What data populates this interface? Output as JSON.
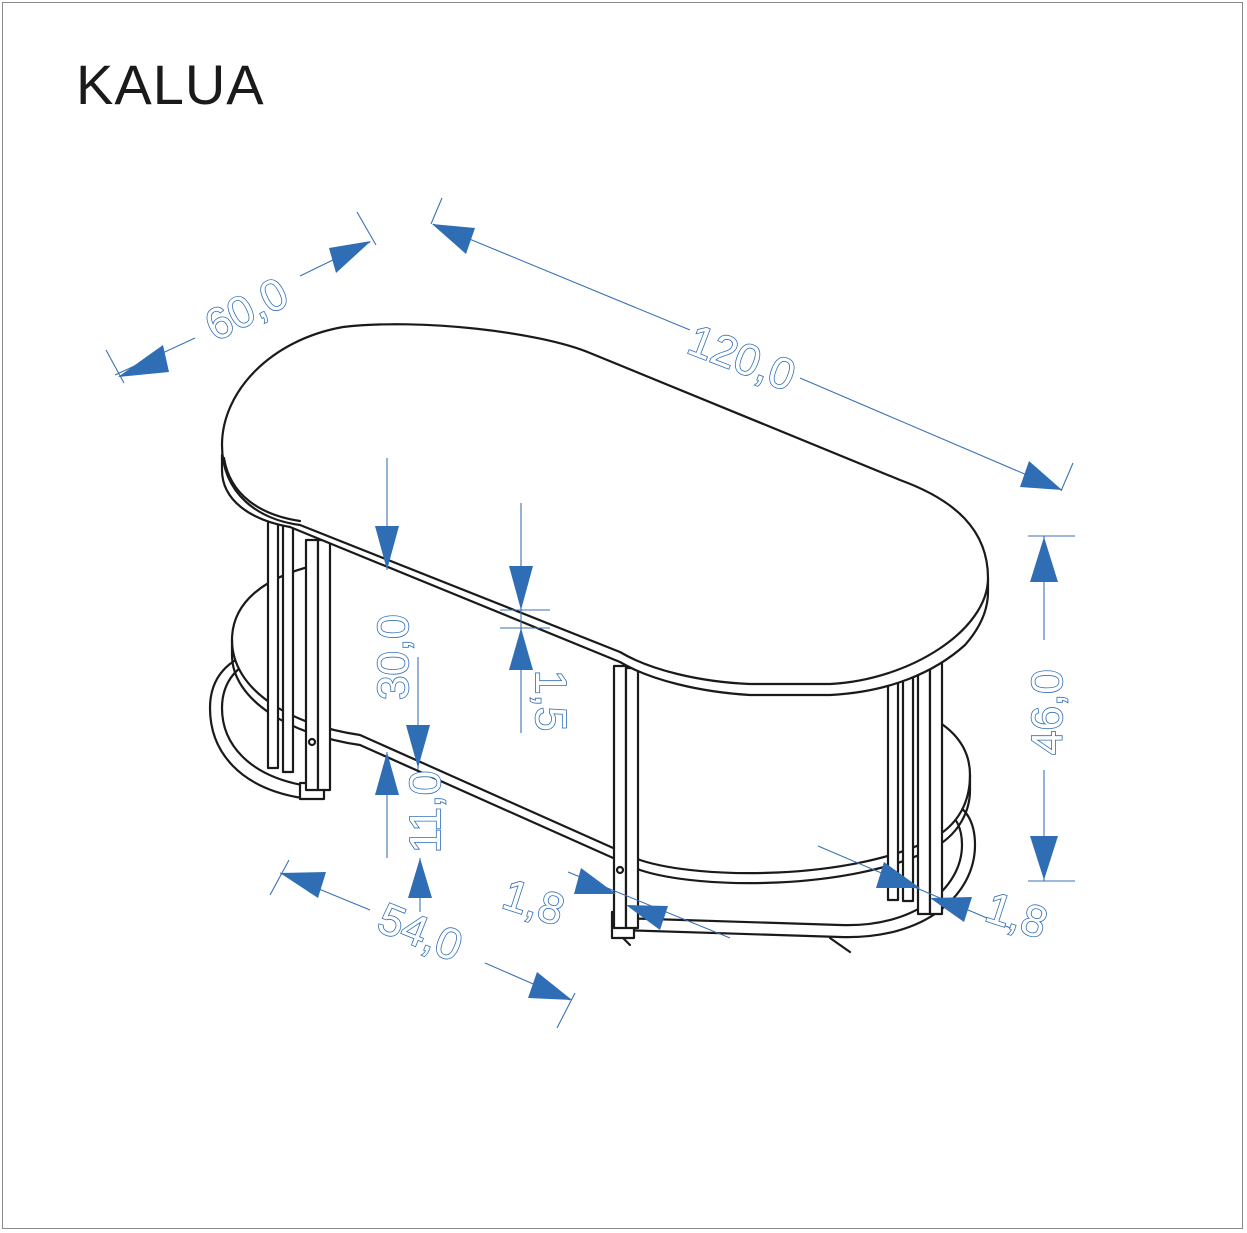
{
  "title": "KALUA",
  "colors": {
    "dimension": "#2f6eb5",
    "outline": "#1a1a1a",
    "background": "#ffffff"
  },
  "dimensions": {
    "depth": "60,0",
    "length": "120,0",
    "height": "46,0",
    "shelf_gap": "30,0",
    "top_thickness": "1,5",
    "bottom_clearance": "11,0",
    "inner_depth": "54,0",
    "frame_left": "1,8",
    "frame_right": "1,8"
  }
}
